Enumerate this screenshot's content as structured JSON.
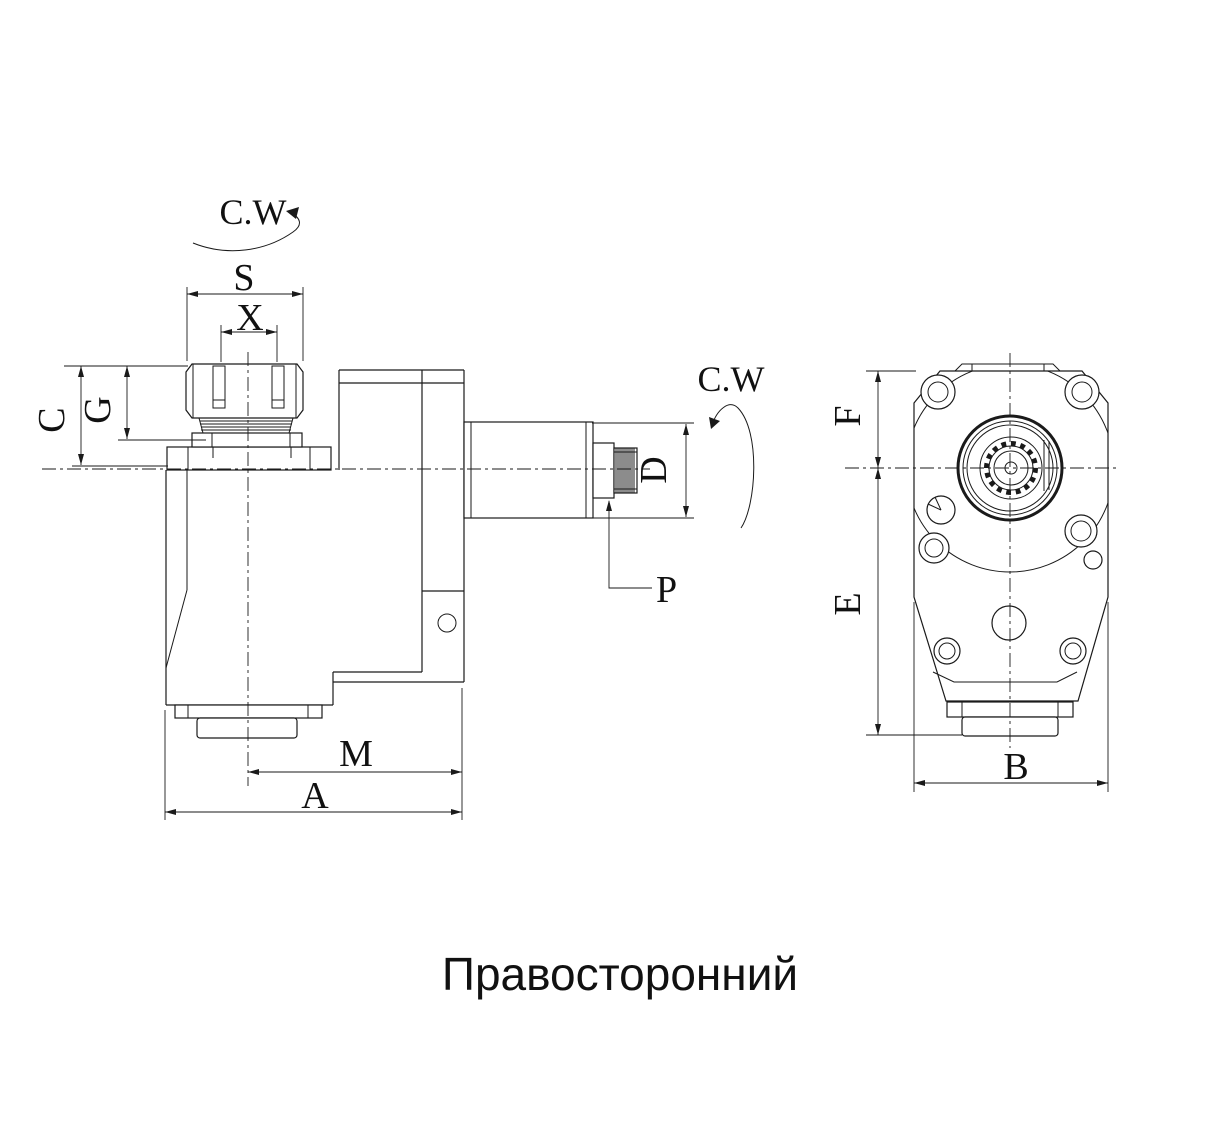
{
  "meta": {
    "background": "#ffffff",
    "line_color": "#1a1a1a",
    "drawing_type": "technical-dimension-drawing",
    "views": [
      "side-view",
      "front-view"
    ]
  },
  "caption": {
    "text": "Правосторонний"
  },
  "labels": {
    "cw_top": "C.W",
    "cw_right": "C.W",
    "S": "S",
    "X": "X",
    "C": "C",
    "G": "G",
    "D": "D",
    "P": "P",
    "M": "M",
    "A": "A",
    "F": "F",
    "E": "E",
    "B": "B"
  }
}
